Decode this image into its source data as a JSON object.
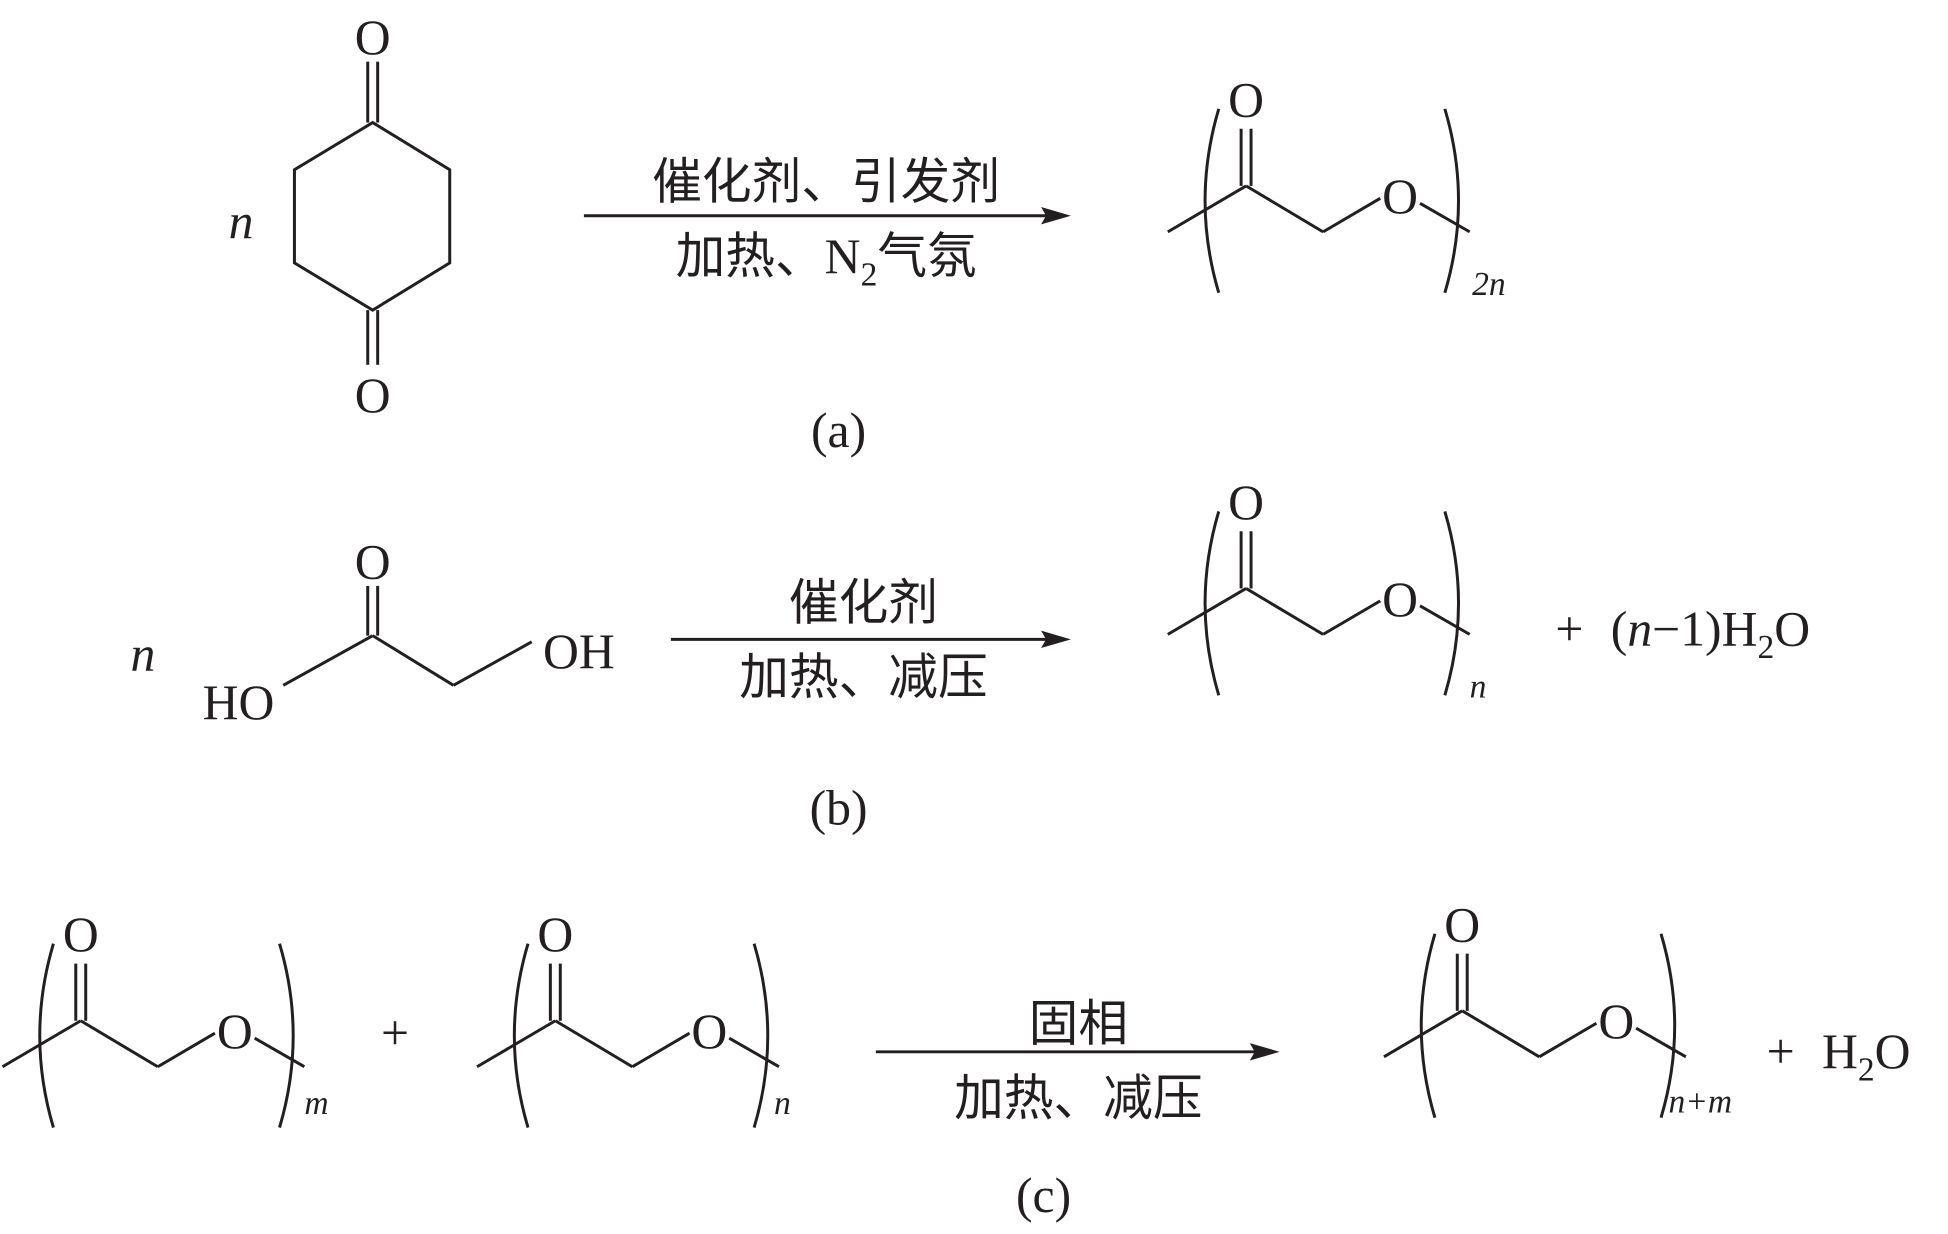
{
  "reactions": {
    "a": {
      "label": "(a)",
      "coefficient": "n",
      "reactant_atoms": [
        "O",
        "O"
      ],
      "conditions_above": "催化剂、引发剂",
      "conditions_below": {
        "pre": "加热、N",
        "sub": "2",
        "post": "气氛"
      },
      "product_atoms": [
        "O",
        "O"
      ],
      "product_subscript": "2n"
    },
    "b": {
      "label": "(b)",
      "coefficient": "n",
      "reactant_atoms": {
        "carbonyl_o": "O",
        "left": "HO",
        "right": "OH"
      },
      "conditions_above": "催化剂",
      "conditions_below": "加热、减压",
      "product_atoms": [
        "O",
        "O"
      ],
      "product_subscript": "n",
      "byproduct": {
        "plus": "+",
        "pre": "(",
        "n": "n",
        "mid": "−1)H",
        "sub": "2",
        "post": "O"
      }
    },
    "c": {
      "label": "(c)",
      "reactant1_atoms": [
        "O",
        "O"
      ],
      "reactant1_subscript": "m",
      "plus": "+",
      "reactant2_atoms": [
        "O",
        "O"
      ],
      "reactant2_subscript": "n",
      "conditions_above": "固相",
      "conditions_below": "加热、减压",
      "product_atoms": [
        "O",
        "O"
      ],
      "product_subscript": "n+m",
      "byproduct": {
        "plus": "+",
        "pre": "H",
        "sub": "2",
        "post": "O"
      }
    }
  }
}
